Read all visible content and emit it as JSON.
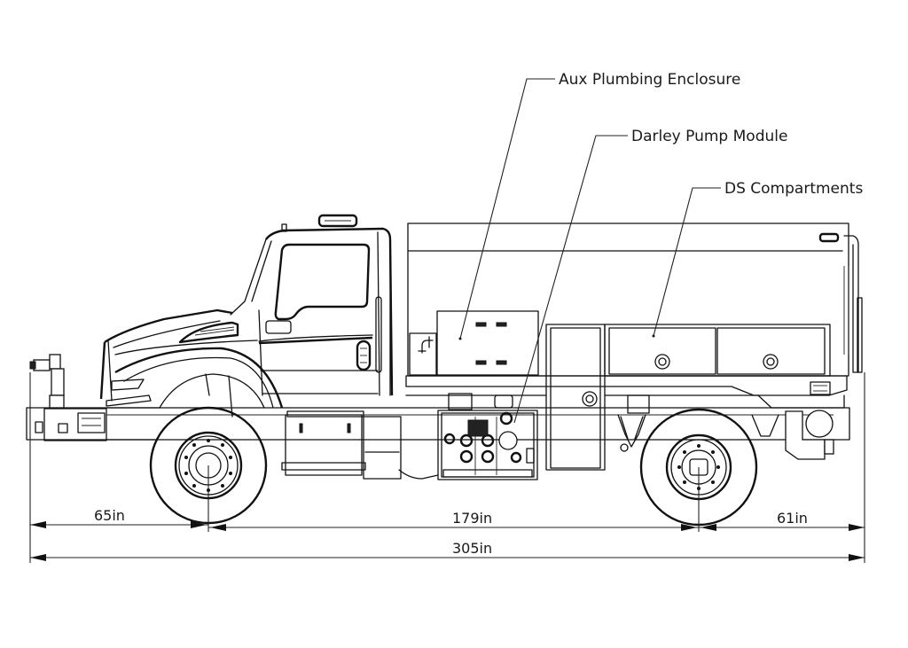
{
  "diagram": {
    "subject": "Side elevation of tanker fire truck",
    "callouts": [
      {
        "id": "aux-plumbing",
        "label": "Aux Plumbing Enclosure"
      },
      {
        "id": "darley-pump",
        "label": "Darley Pump Module"
      },
      {
        "id": "ds-compartments",
        "label": "DS Compartments"
      }
    ],
    "dimensions": {
      "front_overhang": "65in",
      "wheelbase": "179in",
      "rear_overhang": "61in",
      "overall_length": "305in"
    }
  }
}
